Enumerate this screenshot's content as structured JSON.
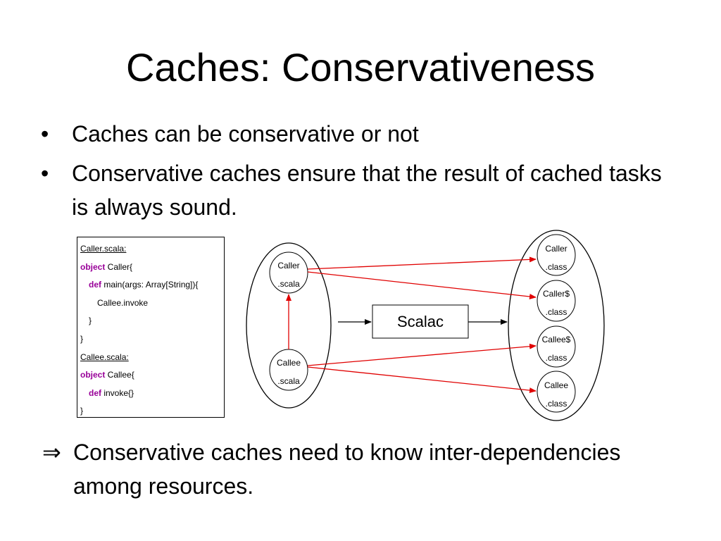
{
  "slide": {
    "title": "Caches: Conservativeness",
    "bullets": [
      "Caches can be conservative or not",
      "Conservative caches ensure that the result of cached tasks is always sound."
    ],
    "bullet_symbol": "•",
    "conclusion_symbol": "⇒",
    "conclusion": "Conservative caches need to know inter-dependencies among resources."
  },
  "code": {
    "caller_file": "Caller.scala:",
    "caller_kw": "object",
    "caller_obj": " Caller{",
    "main_kw": "def",
    "main_sig": " main(args: Array[String]){",
    "invoke_call": "Callee.invoke",
    "close_main": "}",
    "close_caller": "}",
    "callee_file": "Callee.scala:",
    "callee_kw": "object",
    "callee_obj": " Callee{",
    "invoke_kw": "def",
    "invoke_sig": " invoke{}",
    "close_callee": "}"
  },
  "diagram": {
    "sources": [
      {
        "line1": "Caller",
        "line2": ".scala"
      },
      {
        "line1": "Callee",
        "line2": ".scala"
      }
    ],
    "compiler": "Scalac",
    "outputs": [
      {
        "line1": "Caller",
        "line2": ".class"
      },
      {
        "line1": "Caller$",
        "line2": ".class"
      },
      {
        "line1": "Callee$",
        "line2": ".class"
      },
      {
        "line1": "Callee",
        "line2": ".class"
      }
    ],
    "colors": {
      "dependency_arrow": "#e00000",
      "flow_arrow": "#000000"
    }
  }
}
